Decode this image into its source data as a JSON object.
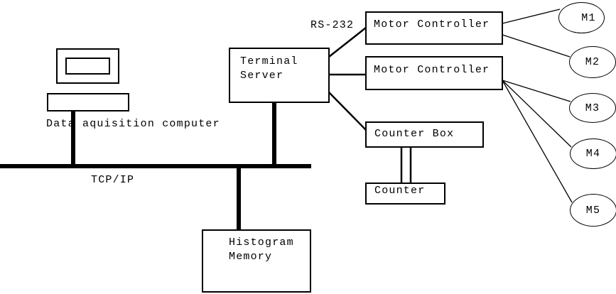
{
  "diagram": {
    "computer_label": "Data aquisition computer",
    "network_label": "TCP/IP",
    "serial_label": "RS-232",
    "terminal_server": {
      "line1": "Terminal",
      "line2": "Server"
    },
    "motor_controllers": [
      {
        "label": "Motor Controller"
      },
      {
        "label": "Motor Controller"
      }
    ],
    "counter_box": {
      "label": "Counter Box"
    },
    "counter": {
      "label": "Counter"
    },
    "histogram_memory": {
      "line1": "Histogram",
      "line2": "Memory"
    },
    "motors": [
      {
        "label": "M1"
      },
      {
        "label": "M2"
      },
      {
        "label": "M3"
      },
      {
        "label": "M4"
      },
      {
        "label": "M5"
      }
    ],
    "colors": {
      "ink": "#000000",
      "background": "#ffffff"
    }
  }
}
